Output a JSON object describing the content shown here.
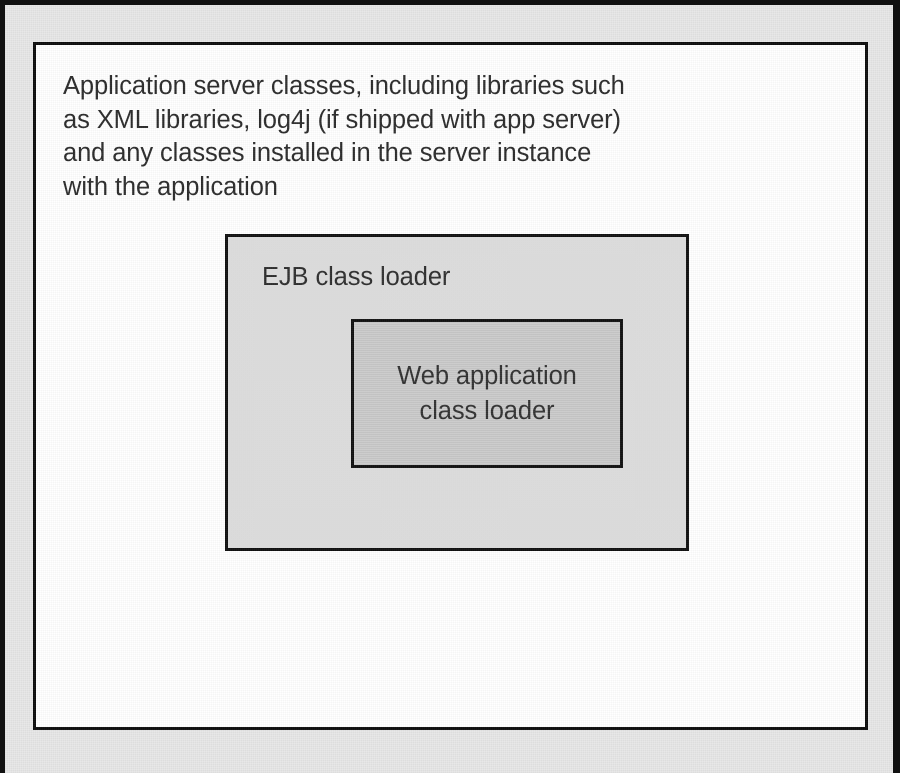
{
  "figure": {
    "caption": "Application server classes, including libraries such\nas XML libraries, log4j (if shipped with app server)\nand any classes installed in the server instance\nwith the application",
    "caption_lines": [
      "Application server classes, including libraries such",
      "as XML libraries, log4j (if shipped with app server)",
      "and any classes installed in the server instance",
      "with the application"
    ],
    "boxes": [
      {
        "id": "ejb-class-loader",
        "label": "EJB class loader",
        "label_align": "left",
        "fill": "#e1e1e1",
        "border": "#111111"
      },
      {
        "id": "web-application-class-loader",
        "label": "Web application\nclass loader",
        "label_lines": [
          "Web application",
          "class loader"
        ],
        "label_align": "center",
        "fill": "#cdcdcd",
        "border": "#111111"
      }
    ],
    "colors": {
      "page_background": "#e7e7e7",
      "panel_background": "#ffffff",
      "frame_border": "#111111",
      "text": "#2c2c2c"
    }
  }
}
